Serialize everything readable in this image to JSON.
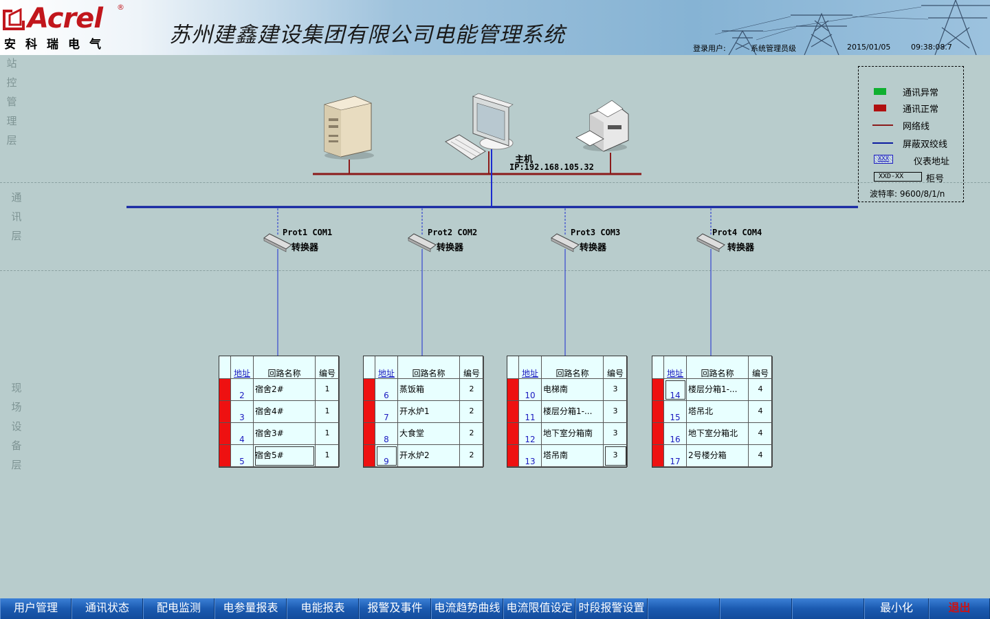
{
  "header": {
    "logo_word": "Acrel",
    "logo_reg": "®",
    "logo_sub": "安科瑞电气",
    "title": "苏州建鑫建设集团有限公司电能管理系统",
    "login_label": "登录用户:",
    "login_user": "系统管理员级",
    "date": "2015/01/05",
    "time": "09:38:08.7"
  },
  "layers": {
    "station": [
      "站",
      "控",
      "管",
      "理",
      "层"
    ],
    "comm": [
      "通",
      "讯",
      "层"
    ],
    "field": [
      "现",
      "场",
      "设",
      "备",
      "层"
    ]
  },
  "host": {
    "label": "主机",
    "ip": "IP:192.168.105.32"
  },
  "converters": [
    {
      "port": "Prot1 COM1",
      "label": "转换器"
    },
    {
      "port": "Prot2 COM2",
      "label": "转换器"
    },
    {
      "port": "Prot3 COM3",
      "label": "转换器"
    },
    {
      "port": "Prot4 COM4",
      "label": "转换器"
    }
  ],
  "legend": {
    "comm_abnormal": "通讯异常",
    "comm_normal": "通讯正常",
    "network_line": "网络线",
    "shielded_line": "屏蔽双绞线",
    "meter_addr_sample": "XXX",
    "meter_addr": "仪表地址",
    "cabinet_sample": "XXD-XX",
    "cabinet": "柜号",
    "baud": "波特率: 9600/8/1/n",
    "colors": {
      "abnormal": "#10b030",
      "normal": "#b01010",
      "network": "#8b1a1a",
      "shielded": "#0a1aa0"
    }
  },
  "table_headers": {
    "addr": "地址",
    "name": "回路名称",
    "num": "编号"
  },
  "tables": [
    {
      "rows": [
        {
          "addr": "2",
          "name": "宿舍2#",
          "num": "1"
        },
        {
          "addr": "3",
          "name": "宿舍4#",
          "num": "1"
        },
        {
          "addr": "4",
          "name": "宿舍3#",
          "num": "1"
        },
        {
          "addr": "5",
          "name": "宿舍5#",
          "num": "1"
        }
      ]
    },
    {
      "rows": [
        {
          "addr": "6",
          "name": "蒸饭箱",
          "num": "2"
        },
        {
          "addr": "7",
          "name": "开水炉1",
          "num": "2"
        },
        {
          "addr": "8",
          "name": "大食堂",
          "num": "2"
        },
        {
          "addr": "9",
          "name": "开水炉2",
          "num": "2"
        }
      ]
    },
    {
      "rows": [
        {
          "addr": "10",
          "name": "电梯南",
          "num": "3"
        },
        {
          "addr": "11",
          "name": "楼层分箱1-...",
          "num": "3"
        },
        {
          "addr": "12",
          "name": "地下室分箱南",
          "num": "3"
        },
        {
          "addr": "13",
          "name": "塔吊南",
          "num": "3"
        }
      ]
    },
    {
      "rows": [
        {
          "addr": "14",
          "name": "楼层分箱1-...",
          "num": "4"
        },
        {
          "addr": "15",
          "name": "塔吊北",
          "num": "4"
        },
        {
          "addr": "16",
          "name": "地下室分箱北",
          "num": "4"
        },
        {
          "addr": "17",
          "name": "2号楼分箱",
          "num": "4"
        }
      ]
    }
  ],
  "nav": {
    "user_mgmt": "用户管理",
    "comm_status": "通讯状态",
    "dist_monitor": "配电监测",
    "param_report": "电参量报表",
    "energy_report": "电能报表",
    "alarm_event": "报警及事件",
    "current_trend": "电流趋势曲线",
    "current_limit": "电流限值设定",
    "period_alarm": "时段报警设置",
    "minimize": "最小化",
    "exit": "退出"
  }
}
